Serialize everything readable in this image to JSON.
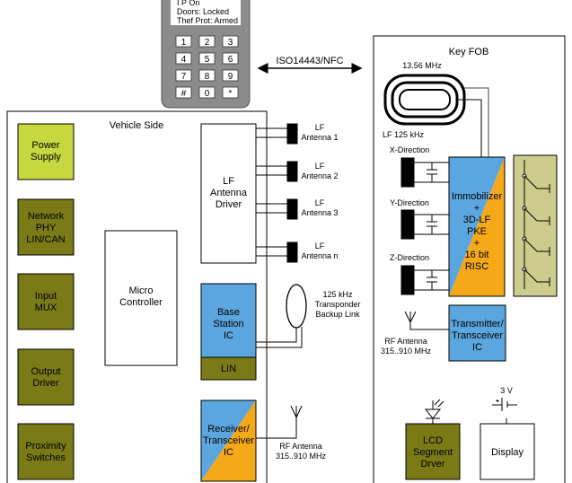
{
  "phone": {
    "lines": [
      "I P On",
      "Doors: Locked",
      "Thef Prot: Armed"
    ],
    "keys": [
      "1",
      "2",
      "3",
      "4",
      "5",
      "6",
      "7",
      "8",
      "9",
      "#",
      "0",
      "*"
    ]
  },
  "link_label": "ISO14443/NFC",
  "vehicle": {
    "title": "Vehicle Side",
    "power_supply": [
      "Power",
      "Supply"
    ],
    "network_phy": [
      "Network",
      "PHY",
      "LIN/CAN"
    ],
    "input_mux": [
      "Input",
      "MUX"
    ],
    "output_driver": [
      "Output",
      "Driver"
    ],
    "proximity_switches": [
      "Proximity",
      "Switches"
    ],
    "micro_controller": [
      "Micro",
      "Controller"
    ],
    "lf_antenna_driver": [
      "LF",
      "Antenna",
      "Driver"
    ],
    "antennas": [
      [
        "LF",
        "Antenna 1"
      ],
      [
        "LF",
        "Antenna 2"
      ],
      [
        "LF",
        "Antenna 3"
      ],
      [
        "LF",
        "Antenna n"
      ]
    ],
    "base_station": [
      "Base",
      "Station",
      "IC"
    ],
    "lin_label": "LIN",
    "transponder_link": [
      "125 kHz",
      "Transponder",
      "Backup Link"
    ],
    "receiver_transceiver": [
      "Receiver/",
      "Transceiver",
      "IC"
    ],
    "rf_antenna": [
      "RF Antenna",
      "315..910 MHz"
    ]
  },
  "fob": {
    "title": "Key FOB",
    "freq_nfc": "13.56 MHz",
    "lf_freq": "LF 125 kHz",
    "directions": [
      "X-Direction",
      "Y-Direction",
      "Z-Direction"
    ],
    "immobilizer": [
      "Immobilizer",
      "+",
      "3D-LF",
      "PKE",
      "+",
      "16 bit",
      "RISC"
    ],
    "transmitter": [
      "Transmitter/",
      "Transceiver",
      "IC"
    ],
    "rf_antenna": [
      "RF Antenna",
      "315..910 MHz"
    ],
    "battery_label": "3 V",
    "lcd_driver": [
      "LCD",
      "Segment",
      "Drver"
    ],
    "display": "Display"
  },
  "colors": {
    "lime": "#c8d640",
    "olive": "#7a7a16",
    "blue": "#5ba6de",
    "orange": "#f5a818",
    "switch_panel": "#cccc8c"
  }
}
